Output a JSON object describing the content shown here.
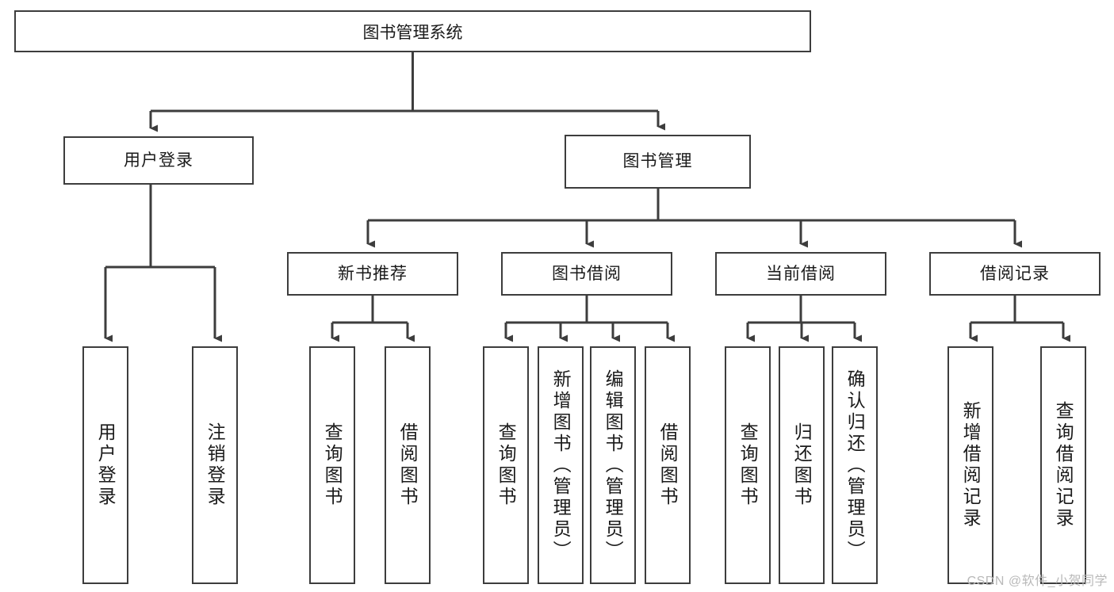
{
  "diagram": {
    "title": "图书管理系统",
    "type": "tree",
    "root": {
      "id": "root",
      "label": "图书管理系统"
    },
    "level2": [
      {
        "id": "user-login",
        "label": "用户登录"
      },
      {
        "id": "book-manage",
        "label": "图书管理"
      }
    ],
    "level3": [
      {
        "id": "new-book-rec",
        "label": "新书推荐",
        "parent": "book-manage"
      },
      {
        "id": "book-borrow",
        "label": "图书借阅",
        "parent": "book-manage"
      },
      {
        "id": "current-borrow",
        "label": "当前借阅",
        "parent": "book-manage"
      },
      {
        "id": "borrow-record",
        "label": "借阅记录",
        "parent": "book-manage"
      }
    ],
    "leaves": [
      {
        "id": "leaf-user-login",
        "label": "用户登录",
        "parent": "user-login"
      },
      {
        "id": "leaf-logout",
        "label": "注销登录",
        "parent": "user-login"
      },
      {
        "id": "leaf-query-book-1",
        "label": "查询图书",
        "parent": "new-book-rec"
      },
      {
        "id": "leaf-borrow-book-1",
        "label": "借阅图书",
        "parent": "new-book-rec"
      },
      {
        "id": "leaf-query-book-2",
        "label": "查询图书",
        "parent": "book-borrow"
      },
      {
        "id": "leaf-add-book",
        "label": "新增图书（管理员）",
        "parent": "book-borrow"
      },
      {
        "id": "leaf-edit-book",
        "label": "编辑图书（管理员）",
        "parent": "book-borrow"
      },
      {
        "id": "leaf-borrow-book-2",
        "label": "借阅图书",
        "parent": "book-borrow"
      },
      {
        "id": "leaf-query-book-3",
        "label": "查询图书",
        "parent": "current-borrow"
      },
      {
        "id": "leaf-return-book",
        "label": "归还图书",
        "parent": "current-borrow"
      },
      {
        "id": "leaf-confirm-return",
        "label": "确认归还（管理员）",
        "parent": "current-borrow"
      },
      {
        "id": "leaf-add-record",
        "label": "新增借阅记录",
        "parent": "borrow-record"
      },
      {
        "id": "leaf-query-record",
        "label": "查询借阅记录",
        "parent": "borrow-record"
      }
    ]
  },
  "watermark": {
    "text": "CSDN @软件_小贺同学"
  },
  "colors": {
    "stroke": "#3d3d3d",
    "background": "#ffffff",
    "text": "#1a1a1a",
    "watermark": "#b9b9b9"
  }
}
